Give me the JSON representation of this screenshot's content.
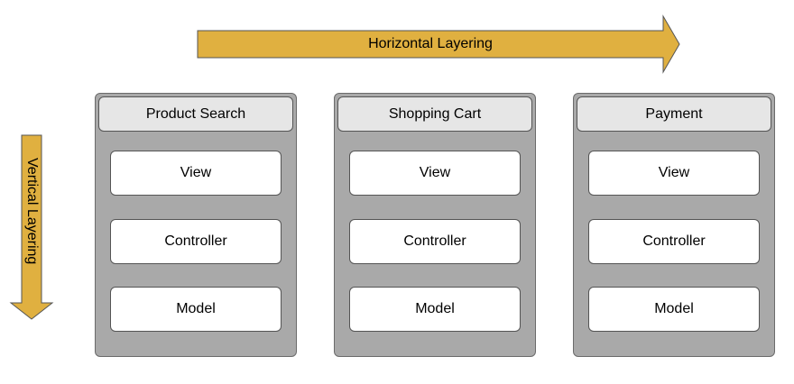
{
  "arrows": {
    "horizontal_label": "Horizontal Layering",
    "vertical_label": "Vertical Layering",
    "color": "#e0b040"
  },
  "columns": [
    {
      "title": "Product Search",
      "layers": [
        "View",
        "Controller",
        "Model"
      ]
    },
    {
      "title": "Shopping Cart",
      "layers": [
        "View",
        "Controller",
        "Model"
      ]
    },
    {
      "title": "Payment",
      "layers": [
        "View",
        "Controller",
        "Model"
      ]
    }
  ]
}
